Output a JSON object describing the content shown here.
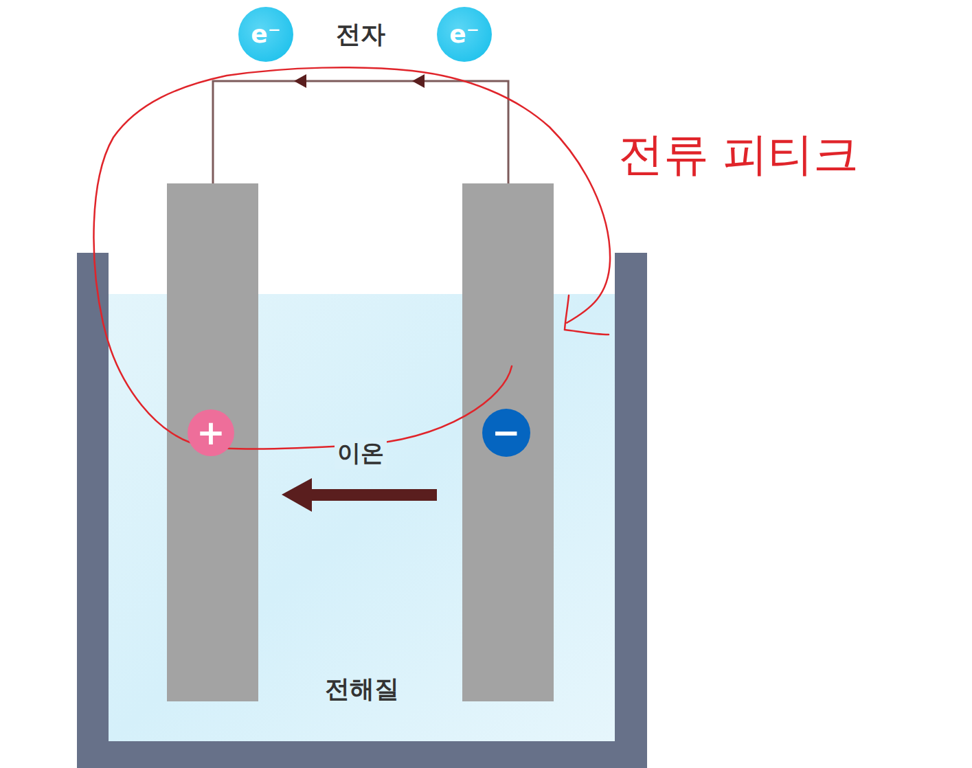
{
  "diagram": {
    "nodes": [
      {
        "text": [
          "e⁻"
        ]
      },
      {
        "text": [
          "e⁻"
        ]
      },
      {
        "text": [
          "+"
        ]
      },
      {
        "text": [
          "−"
        ]
      }
    ],
    "labels": [
      "전자",
      "이온",
      "전해질",
      "전류 피티크"
    ]
  }
}
